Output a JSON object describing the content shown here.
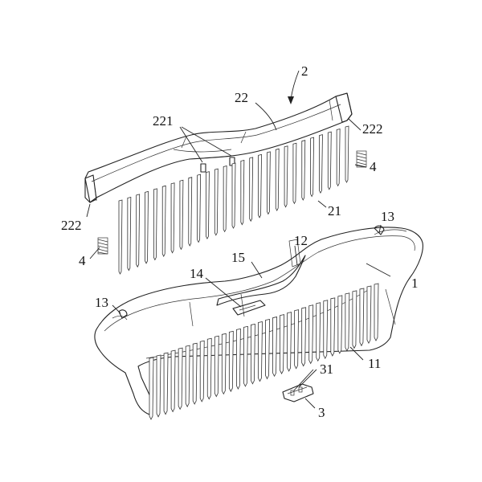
{
  "labels": {
    "r2": "2",
    "r22": "22",
    "r221": "221",
    "r222_top": "222",
    "r4_top": "4",
    "r21": "21",
    "r222_left": "222",
    "r4_left": "4",
    "r13_top": "13",
    "r12": "12",
    "r15": "15",
    "r1": "1",
    "r14": "14",
    "r13_left": "13",
    "r11": "11",
    "r31": "31",
    "r3": "3"
  }
}
